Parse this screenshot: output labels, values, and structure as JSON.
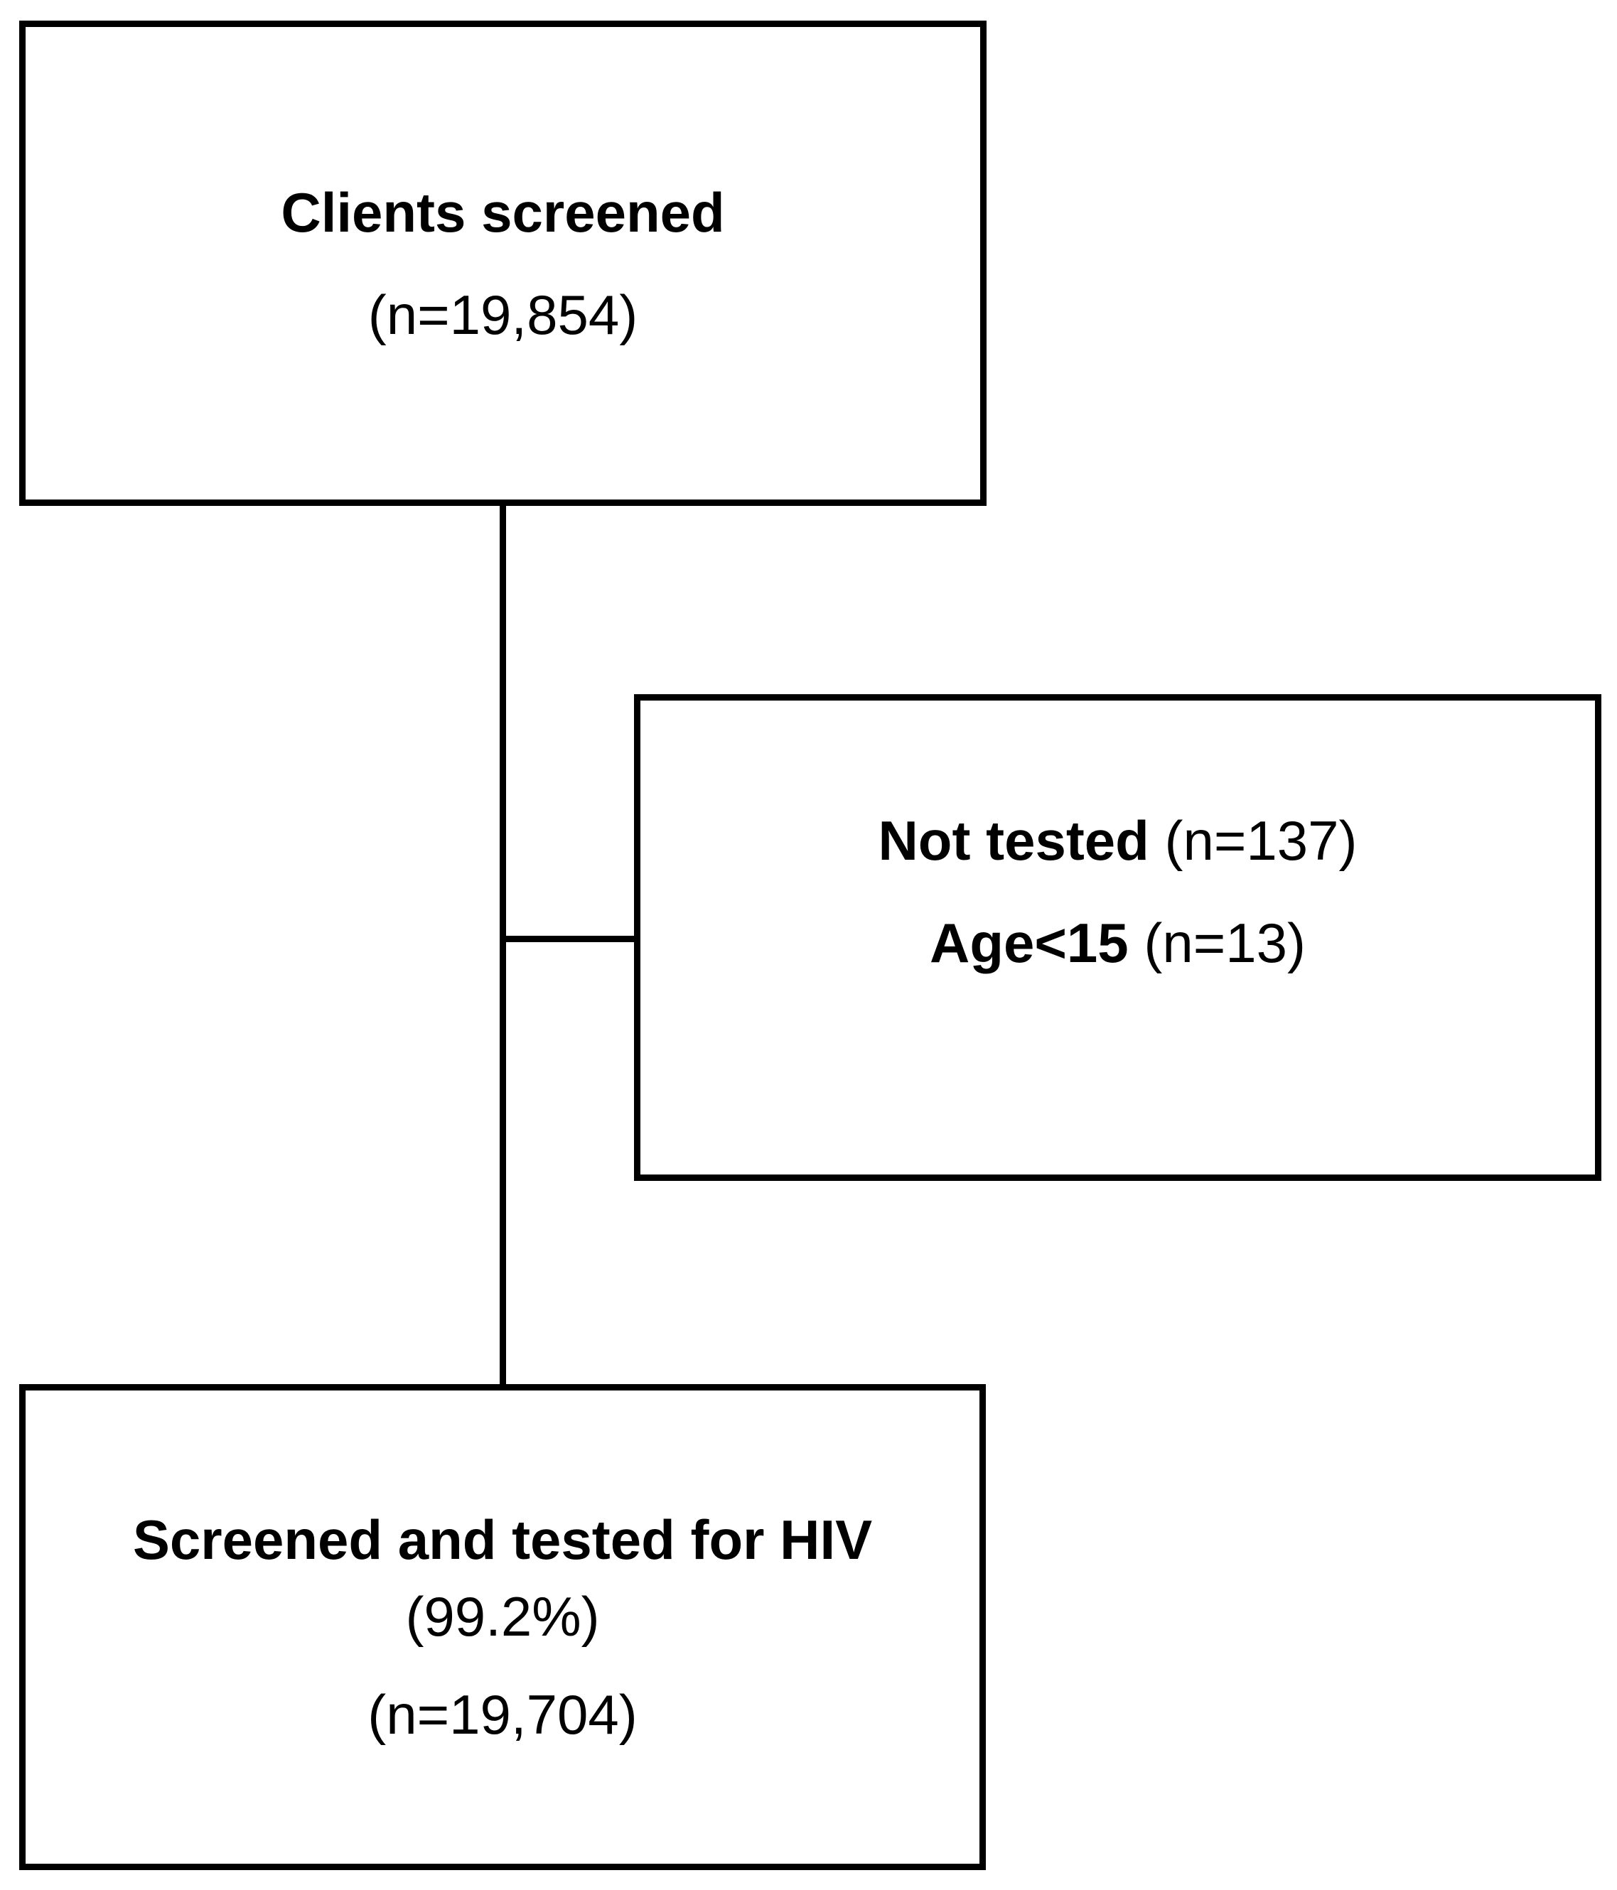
{
  "colors": {
    "background": "#ffffff",
    "border": "#000000",
    "text": "#000000"
  },
  "boxes": {
    "clients_screened": {
      "title": "Clients screened",
      "count": "(n=19,854)"
    },
    "not_tested": {
      "label": "Not tested",
      "count": " (n=137)",
      "sub_label": "Age<15",
      "sub_count": " (n=13)"
    },
    "screened_tested": {
      "title": "Screened and tested for HIV",
      "percent": "(99.2%)",
      "count": "(n=19,704)"
    }
  }
}
